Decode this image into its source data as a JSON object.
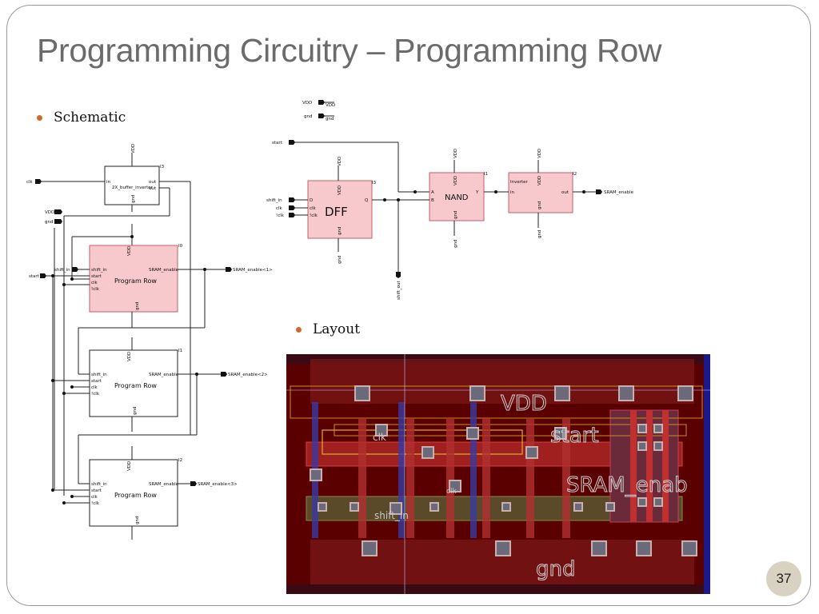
{
  "slide": {
    "title": "Programming Circuitry – Programming Row",
    "bullets": {
      "schematic": "Schematic",
      "layout": "Layout"
    },
    "number": "37"
  },
  "colors": {
    "bullet": "#d06a2a",
    "block_fill": "#f7c8cc",
    "block_stroke": "#c0606a",
    "layout_bg": "#5a0000",
    "badge": "#d9d1c2"
  },
  "left_schematic": {
    "buffer": {
      "name": "2X_buffer_inverter",
      "in": "in",
      "out": "out",
      "outb": "out",
      "vdd": "VDD",
      "gnd": "gnd",
      "inst": "I3"
    },
    "supplies": {
      "vdd": "VDD",
      "gnd": "gnd"
    },
    "pins": {
      "clk": "clk",
      "start": "start"
    },
    "rows": [
      {
        "name": "Program Row",
        "inst": "I0",
        "out": "SRAM_enable<1>"
      },
      {
        "name": "Program Row",
        "inst": "I1",
        "out": "SRAM_enable<2>"
      },
      {
        "name": "Program Row",
        "inst": "I2",
        "out": "SRAM_enable<3>"
      }
    ],
    "row_ports": [
      "shift_in",
      "start",
      "clk",
      "!clk"
    ],
    "row_out_port": "SRAM_enable",
    "vdd": "VDD",
    "gnd": "gnd"
  },
  "right_schematic": {
    "supplies": {
      "vdd": "VDD",
      "gnd": "gnd"
    },
    "start": "start",
    "dff": {
      "label": "DFF",
      "inst": "I3",
      "ports": [
        "D",
        "clk",
        "!clk"
      ],
      "q": "Q",
      "vdd": "VDD",
      "gnd": "gnd",
      "pins": [
        "shift_in",
        "clk",
        "!clk"
      ]
    },
    "nand": {
      "label": "NAND",
      "inst": "I1",
      "a": "A",
      "b": "B",
      "y": "Y",
      "vdd": "VDD",
      "gnd": "gnd"
    },
    "inverter": {
      "label": "Inverter",
      "inst": "I2",
      "in": "in",
      "out": "out",
      "vdd": "VDD",
      "gnd": "gnd"
    },
    "output": "SRAM_enable",
    "shift_out": "shift_out"
  },
  "layout": {
    "labels": {
      "vdd": "VDD",
      "start": "start",
      "sram": "SRAM_enab",
      "gnd": "gnd",
      "clk": "clk",
      "shift_in": "shift_in",
      "clk2": "clk"
    }
  }
}
